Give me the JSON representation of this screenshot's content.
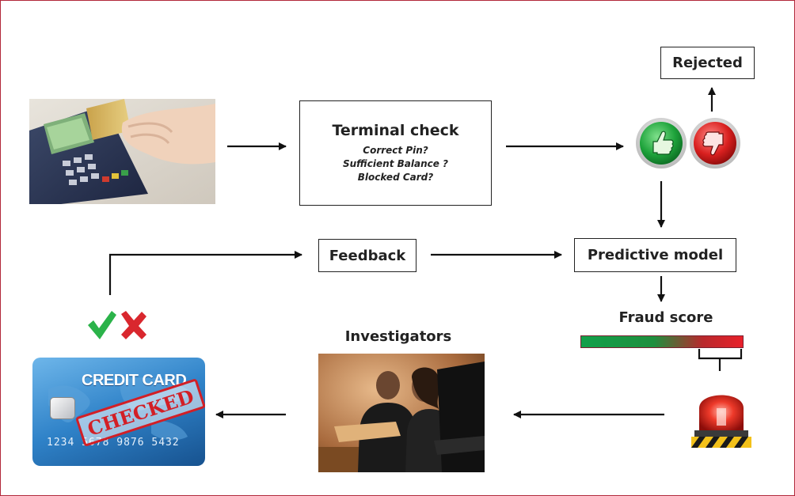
{
  "terminal_check": {
    "title": "Terminal check",
    "checks": [
      "Correct Pin?",
      "Sufficient Balance ?",
      "Blocked Card?"
    ]
  },
  "rejected_label": "Rejected",
  "feedback_label": "Feedback",
  "predictive_model_label": "Predictive model",
  "fraud_score_label": "Fraud score",
  "investigators_label": "Investigators",
  "credit_card": {
    "title": "CREDIT CARD",
    "stamp": "CHECKED",
    "number": "1234 5678 9876 5432"
  },
  "colors": {
    "frame_border": "#b2273a",
    "score_low": "#12a04a",
    "score_high": "#e8202a",
    "check_green": "#2bb34a",
    "cross_red": "#d9272e",
    "card_blue": "#2f82c8"
  },
  "icons": [
    "payment-terminal-photo",
    "thumbs-up-icon",
    "thumbs-down-icon",
    "check-icon",
    "cross-icon",
    "alarm-siren-icon",
    "investigators-photo"
  ]
}
